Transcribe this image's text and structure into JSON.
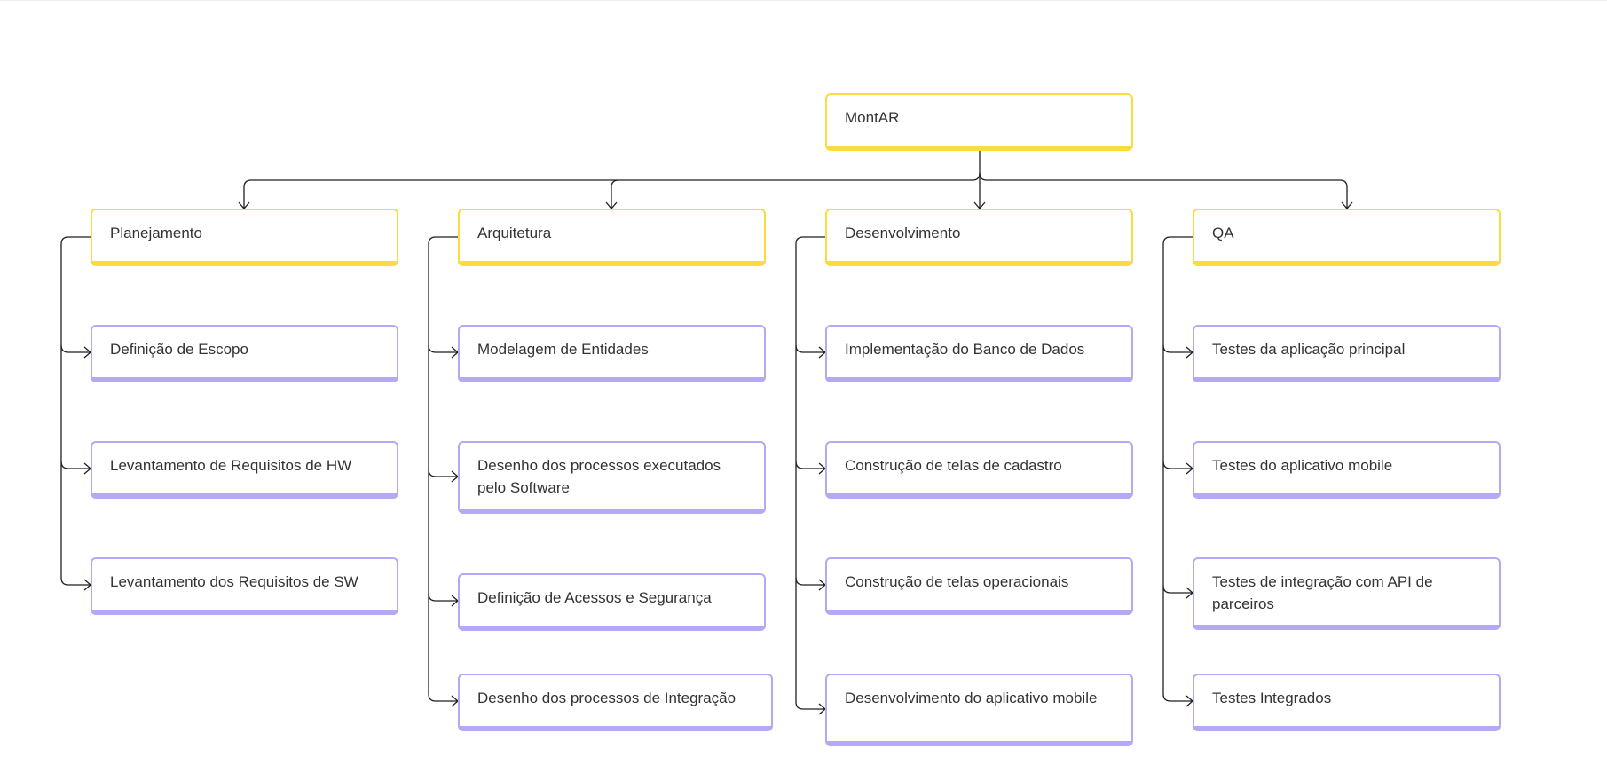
{
  "root": {
    "label": "MontAR"
  },
  "columns": [
    {
      "label": "Planejamento",
      "items": [
        "Definição de Escopo",
        "Levantamento de Requisitos de HW",
        "Levantamento dos Requisitos de SW"
      ]
    },
    {
      "label": "Arquitetura",
      "items": [
        "Modelagem de Entidades",
        "Desenho dos processos executados pelo Software",
        "Definição de Acessos e Segurança",
        "Desenho dos processos de Integração"
      ]
    },
    {
      "label": "Desenvolvimento",
      "items": [
        "Implementação do Banco de Dados",
        "Construção de telas de cadastro",
        "Construção de telas operacionais",
        "Desenvolvimento do aplicativo mobile"
      ]
    },
    {
      "label": "QA",
      "items": [
        "Testes da aplicação principal",
        "Testes do aplicativo mobile",
        "Testes de integração com API de parceiros",
        "Testes Integrados"
      ]
    }
  ],
  "colors": {
    "category_border": "#fbdc3e",
    "item_border": "#b3a9f5",
    "connector": "#1f1f1f"
  }
}
